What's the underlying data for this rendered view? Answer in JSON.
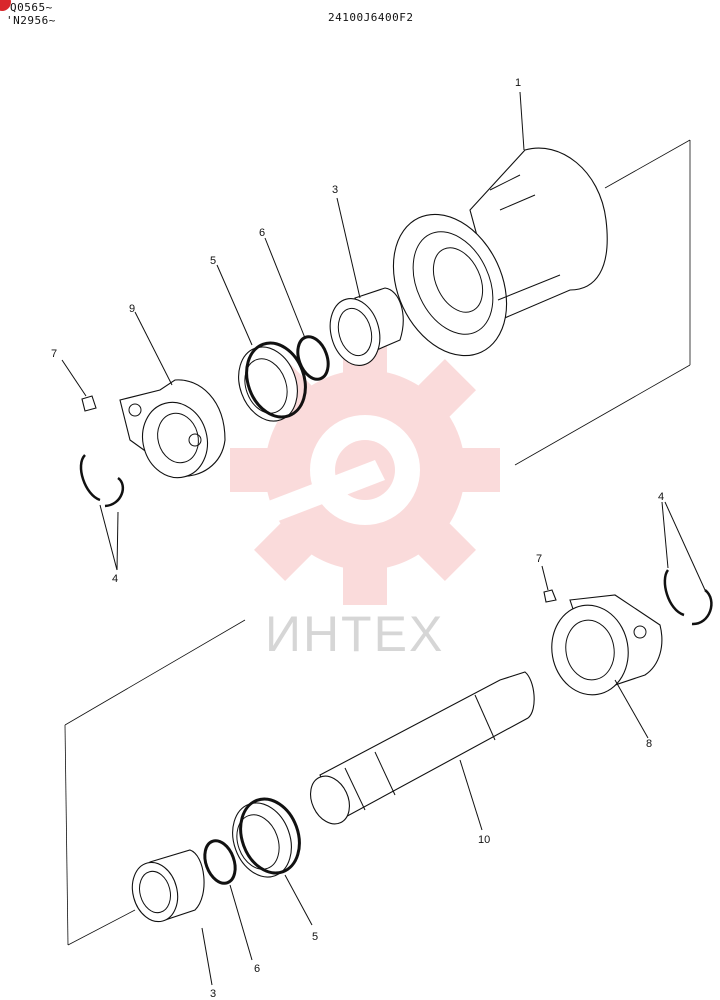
{
  "header": {
    "serial_line_1": "Q0565~",
    "serial_line_2": "'N2956~",
    "drawing_number": "24100J6400F2"
  },
  "watermark": {
    "text": "ИНТЕХ",
    "color": "#f08080"
  },
  "callouts": {
    "c1": "1",
    "c3_top": "3",
    "c6_top": "6",
    "c5_top": "5",
    "c9": "9",
    "c7_left": "7",
    "c4_left": "4",
    "c4_right": "4",
    "c7_right": "7",
    "c8": "8",
    "c10": "10",
    "c5_bottom": "5",
    "c6_bottom": "6",
    "c3_bottom": "3"
  },
  "colors": {
    "ink": "#111111",
    "badge": "#d9262b"
  }
}
